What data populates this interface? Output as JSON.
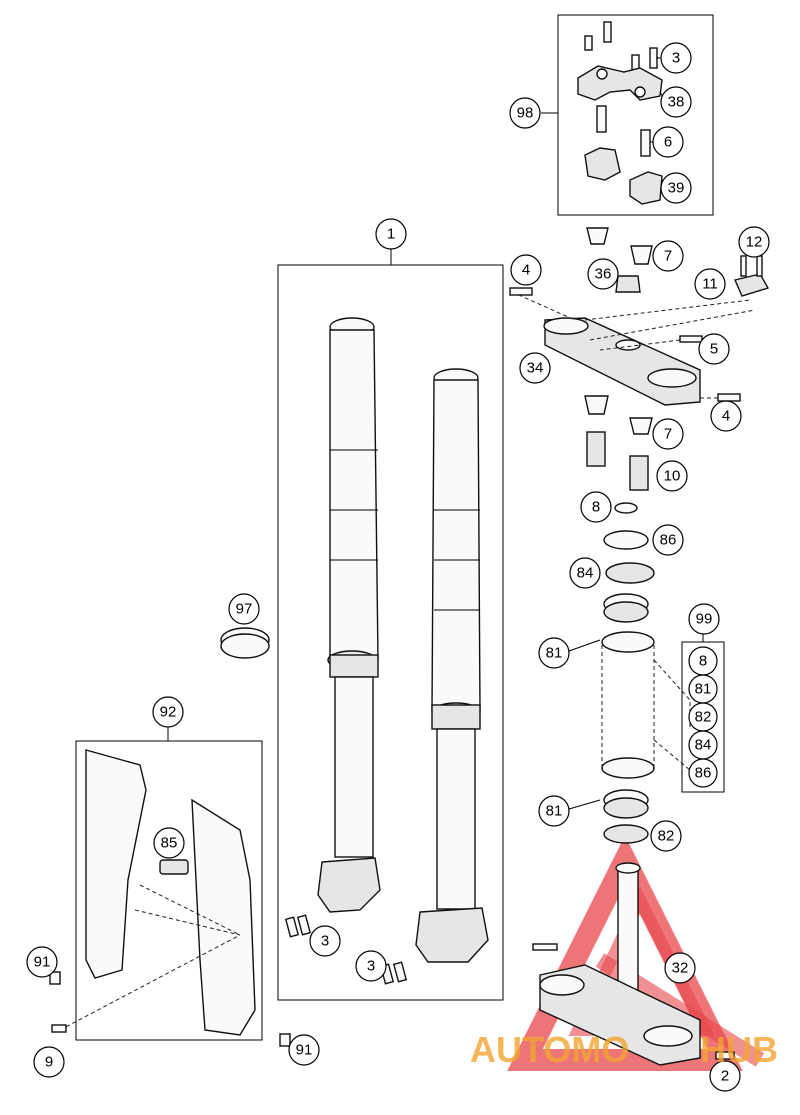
{
  "callouts": {
    "c1": "1",
    "c2": "2",
    "c3a": "3",
    "c3b": "3",
    "c3c": "3",
    "c4a": "4",
    "c4b": "4",
    "c5": "5",
    "c6": "6",
    "c7a": "7",
    "c7b": "7",
    "c8a": "8",
    "c8b": "8",
    "c9": "9",
    "c10": "10",
    "c11": "11",
    "c12": "12",
    "c32": "32",
    "c34": "34",
    "c36": "36",
    "c38": "38",
    "c39": "39",
    "c81a": "81",
    "c81b": "81",
    "c81c": "81",
    "c82a": "82",
    "c82b": "82",
    "c84a": "84",
    "c84b": "84",
    "c85": "85",
    "c86a": "86",
    "c86b": "86",
    "c91a": "91",
    "c91b": "91",
    "c92": "92",
    "c97": "97",
    "c98": "98",
    "c99": "99"
  },
  "watermark": {
    "text_left": "AUTOMO",
    "text_right": "HUB",
    "color_red": "#e3262b",
    "color_orange": "#f3a531"
  },
  "colors": {
    "line": "#000000",
    "background": "#ffffff"
  }
}
